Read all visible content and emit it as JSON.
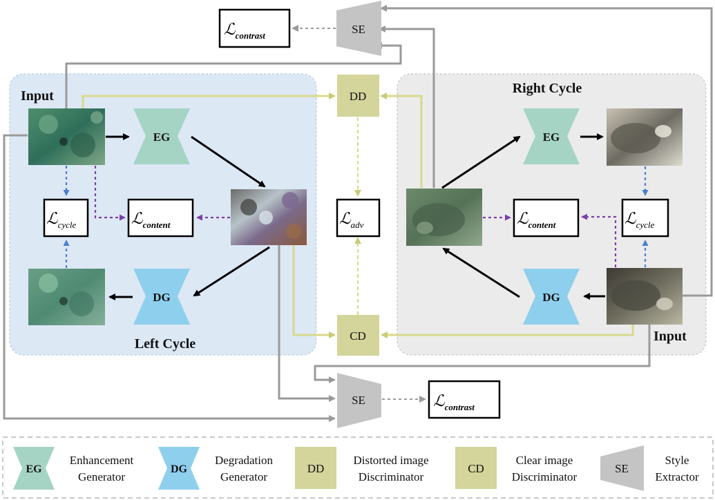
{
  "regions": {
    "left_cycle": "Left Cycle",
    "right_cycle": "Right Cycle",
    "left_input": "Input",
    "right_input": "Input"
  },
  "blocks": {
    "eg": "EG",
    "dg": "DG",
    "dd": "DD",
    "cd": "CD",
    "se": "SE"
  },
  "losses": {
    "L_symbol": "ℒ",
    "cycle": "cycle",
    "content": "content",
    "adv": "adv",
    "contrast": "contrast"
  },
  "legend": [
    {
      "abbr": "EG",
      "line1": "Enhancement",
      "line2": "Generator",
      "color": "#a5d4c5",
      "shape": "bowtie"
    },
    {
      "abbr": "DG",
      "line1": "Degradation",
      "line2": "Generator",
      "color": "#8fcfee",
      "shape": "bowtie"
    },
    {
      "abbr": "DD",
      "line1": "Distorted image",
      "line2": "Discriminator",
      "color": "#d3d59a",
      "shape": "square"
    },
    {
      "abbr": "CD",
      "line1": "Clear image",
      "line2": "Discriminator",
      "color": "#d3d59a",
      "shape": "square"
    },
    {
      "abbr": "SE",
      "line1": "Style",
      "line2": "Extractor",
      "color": "#c4c4c4",
      "shape": "trapezoid"
    }
  ],
  "colors": {
    "left_panel": "#dde8f5",
    "right_panel": "#ebebeb",
    "eg": "#a5d4c5",
    "dg": "#8fcfee",
    "disc": "#d3d59a",
    "se": "#c4c4c4",
    "arrow_black": "#000000",
    "arrow_gray": "#9a9a9a",
    "arrow_yellow": "#d7d98c",
    "dash_blue": "#4a7fd0",
    "dash_purple": "#7b3fa8"
  }
}
